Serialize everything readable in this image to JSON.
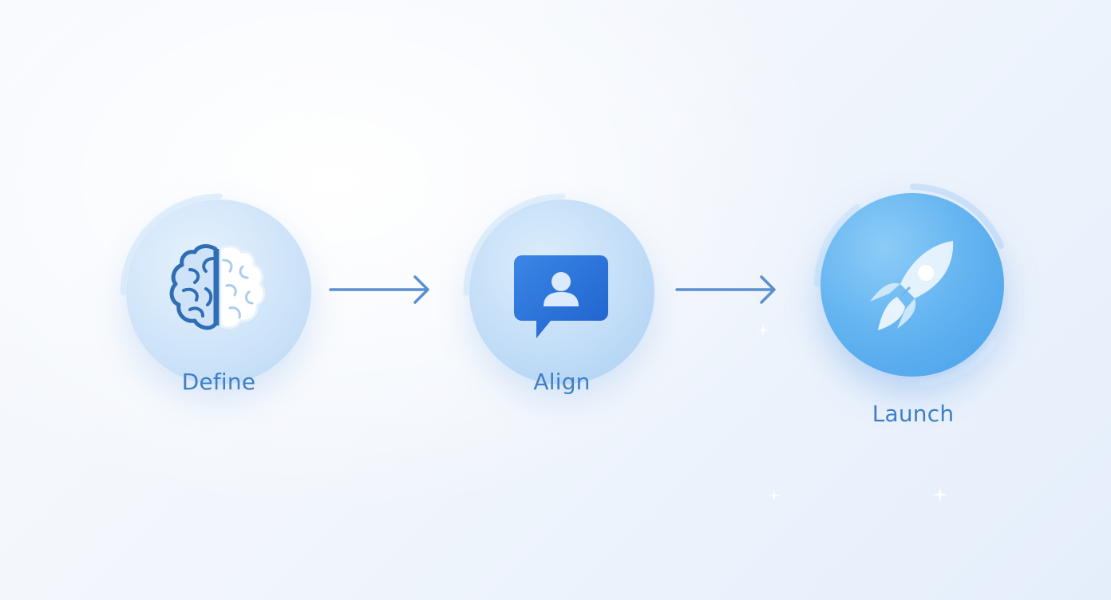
{
  "steps": [
    {
      "label": "Define",
      "icon": "brain-icon"
    },
    {
      "label": "Align",
      "icon": "person-chat-icon"
    },
    {
      "label": "Launch",
      "icon": "rocket-icon"
    }
  ],
  "connectors": [
    "arrow-right-icon",
    "arrow-right-icon"
  ],
  "colors": {
    "label": "#3f7fc4",
    "arrow": "#5b8fd0",
    "circle_light": "#d6e8fb",
    "circle_mid": "#b7d7f6",
    "launch_circle": "#5fb0f0",
    "icon_blue": "#2b6fd6"
  }
}
